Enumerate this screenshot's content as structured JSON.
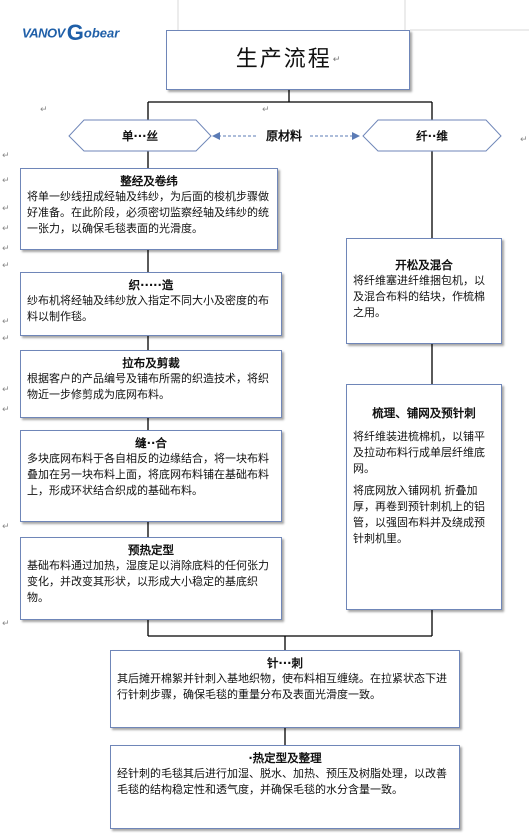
{
  "logo": {
    "left": "VANOV",
    "right": "obear",
    "g": "G"
  },
  "title": "生产流程",
  "raw_material": "原材料",
  "single": "单···丝",
  "fiber": "纤··维",
  "arrow_left": "←··",
  "arrow_right": "······→",
  "left_steps": [
    {
      "title": "整经及卷纬",
      "body": "将单一纱线扭成经轴及纬纱，为后面的梭机步骤做好准备。在此阶段，必须密切监察经轴及纬纱的统一张力，以确保毛毯表面的光滑度。"
    },
    {
      "title": "织·····造",
      "body": "纱布机将经轴及纬纱放入指定不同大小及密度的布料以制作毯。"
    },
    {
      "title": "拉布及剪裁",
      "body": "根据客户的产品编号及铺布所需的织造技术，将织物近一步修剪成为底网布料。"
    },
    {
      "title": "缝··合",
      "body": "多块底网布料于各自相反的边缘结合，将一块布料叠加在另一块布料上面，将底网布料铺在基础布料上，形成环状结合织成的基础布料。"
    },
    {
      "title": "预热定型",
      "body": "基础布料通过加热，湿度足以消除底料的任何张力变化，并改变其形状，以形成大小稳定的基底织物。"
    }
  ],
  "right_steps": [
    {
      "title": "开松及混合",
      "body": "将纤维塞进纤维捆包机，以及混合布料的结块，作梳棉之用。"
    },
    {
      "title": "梳理、铺网及预针刺",
      "body": "将纤维装进梳棉机，以铺平及拉动布料行成单层纤维底网。",
      "body2": "将底网放入铺网机 折叠加厚，再卷到预针刺机上的铝管，以强固布料并及绕成预针刺机里。"
    }
  ],
  "bottom_steps": [
    {
      "title": "针···刺",
      "body": "其后摊开棉絮并针刺入基地织物，使布料相互缠绕。在拉紧状态下进行针刺步骤，确保毛毯的重量分布及表面光滑度一致。"
    },
    {
      "title": "·热定型及整理",
      "body": "经针刺的毛毯其后进行加湿、脱水、加热、预压及树脂处理，以改善毛毯的结构稳定性和透气度，并确保毛毯的水分含量一致。"
    }
  ],
  "colors": {
    "border": "#6f86b8",
    "line": "#000000",
    "logo_blue": "#1f5fa8",
    "dash_arrow": "#5b7bb5"
  }
}
